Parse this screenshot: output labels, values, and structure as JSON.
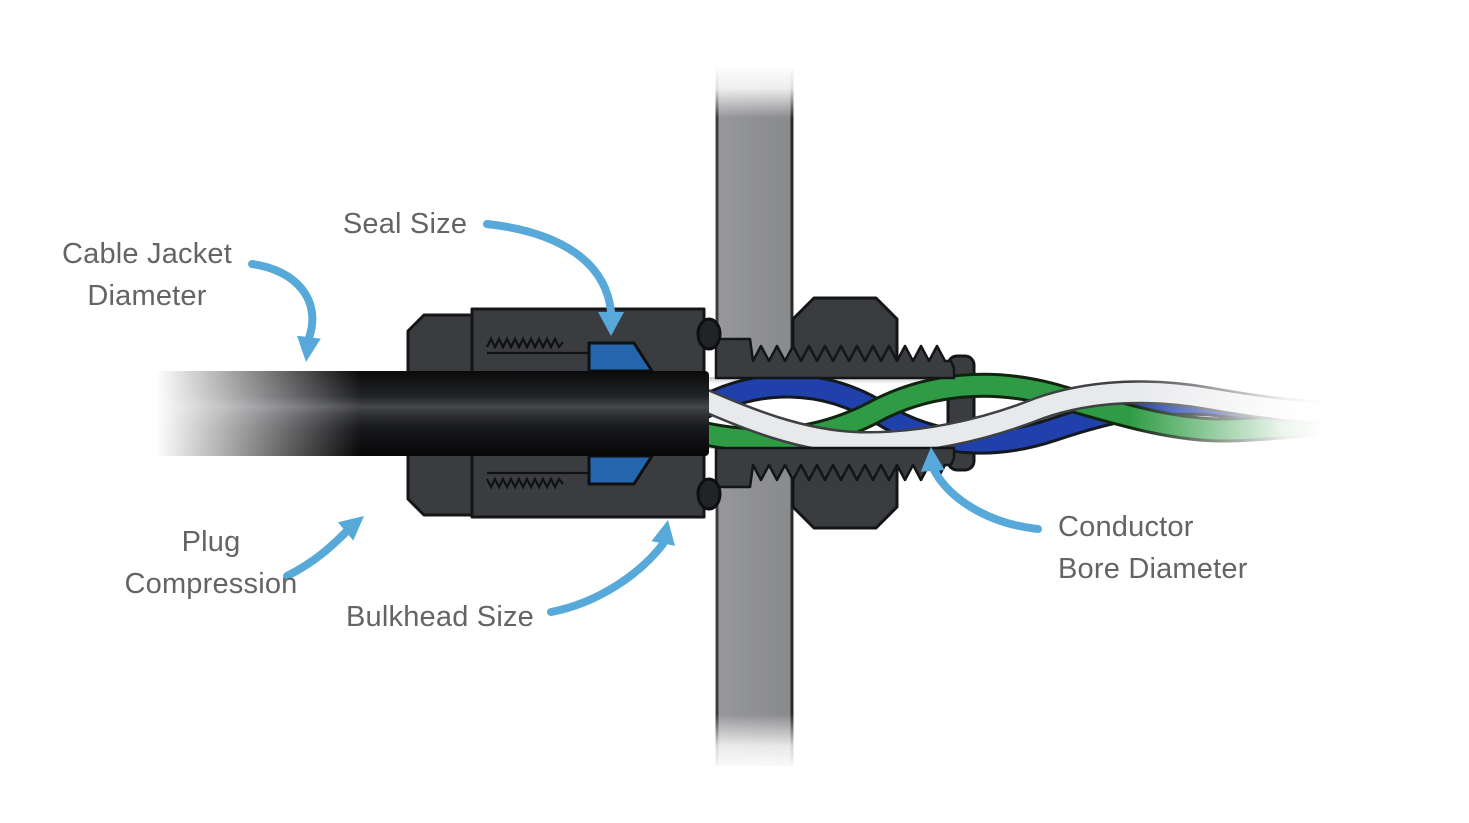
{
  "labels": {
    "cable_jacket": {
      "line1": "Cable Jacket",
      "line2": "Diameter"
    },
    "seal_size": {
      "line1": "Seal Size"
    },
    "plug_compression": {
      "line1": "Plug",
      "line2": "Compression"
    },
    "bulkhead_size": {
      "line1": "Bulkhead Size"
    },
    "conductor_bore": {
      "line1": "Conductor",
      "line2": "Bore Diameter"
    }
  },
  "colors": {
    "annotation_arrow": "#57A9DA",
    "label_text": "#636466",
    "seal_blue": "#2465AE",
    "connector_body_gray": "#3B3C3F",
    "outline_black": "#141517",
    "bulkhead_panel_gray": "#8F9092",
    "cable_jacket_black": "#141517",
    "wire_blue": "#2040AC",
    "wire_green": "#2F9C45",
    "wire_white": "#E8E9EB",
    "background": "#FFFFFF"
  }
}
